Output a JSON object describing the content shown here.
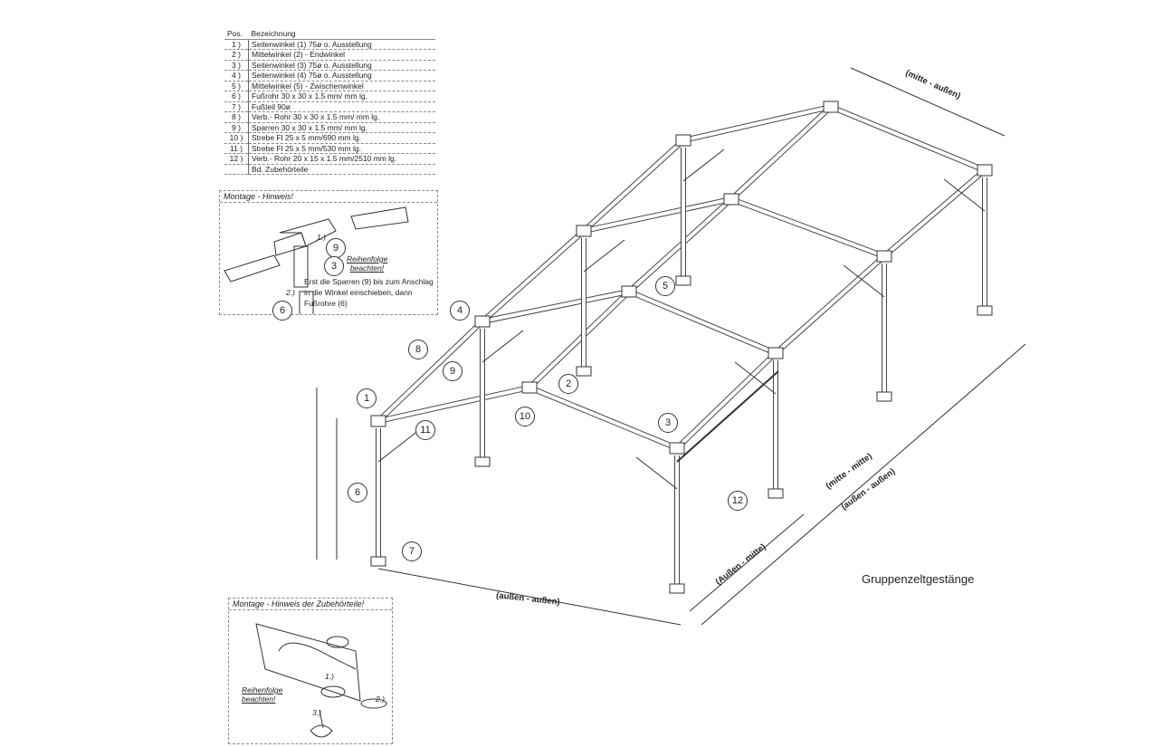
{
  "parts_table": {
    "header": {
      "pos": "Pos.",
      "desc": "Bezeichnung"
    },
    "rows": [
      {
        "pos": "1 )",
        "desc": "Seitenwinkel (1)  75ø   o. Ausstellung"
      },
      {
        "pos": "2 )",
        "desc": "Mittelwinkel (2)   - Endwinkel"
      },
      {
        "pos": "3 )",
        "desc": "Seitenwinkel (3)  75ø   o. Ausstellung"
      },
      {
        "pos": "4 )",
        "desc": "Seitenwinkel (4)  75ø   o. Ausstellung"
      },
      {
        "pos": "5 )",
        "desc": "Mittelwinkel (5)   - Zwischenwinkel"
      },
      {
        "pos": "6 )",
        "desc": "Fußrohr 30 x 30 x 1.5 mm/        mm lg."
      },
      {
        "pos": "7 )",
        "desc": "Fußteil  90ø"
      },
      {
        "pos": "8 )",
        "desc": "Verb.- Rohr 30 x 30 x 1.5 mm/        mm lg."
      },
      {
        "pos": "9 )",
        "desc": "Sparren 30 x 30 x 1.5 mm/        mm lg."
      },
      {
        "pos": "10 )",
        "desc": "Strebe  Fl 25 x 5 mm/690 mm lg."
      },
      {
        "pos": "11 )",
        "desc": "Strebe  Fl 25 x 5 mm/530 mm lg."
      },
      {
        "pos": "12 )",
        "desc": "Verb.- Rohr 20 x 15 x 1.5 mm/2510 mm lg."
      },
      {
        "pos": "",
        "desc": "Bd. Zubehörteile"
      }
    ]
  },
  "assembly_note": {
    "title": "Montage - Hinweis!",
    "step1": "1.)",
    "step2": "2.)",
    "part9": "9",
    "part3": "3",
    "part6": "6",
    "order": "Reihenfolge beachten!",
    "text": "Erst die Sparren (9) bis zum Anschlag in die Winkel einschieben, dann Fußrohre (6)"
  },
  "accessory_note": {
    "title": "Montage - Hinweis der Zubehörteile!",
    "step1": "1.)",
    "step2": "2.)",
    "step3": "3.)",
    "order": "Reihenfolge beachten!"
  },
  "dimensions": {
    "top": "(mitte - außen)",
    "side_inner": "(mitte - mitte)",
    "side_outer": "(außen - außen)",
    "front": "(außen - außen)",
    "front_side": "(Außen - mitte)"
  },
  "callouts": [
    "1",
    "2",
    "3",
    "4",
    "5",
    "6",
    "7",
    "8",
    "9",
    "10",
    "11",
    "12"
  ],
  "caption": "Gruppenzeltgestänge"
}
